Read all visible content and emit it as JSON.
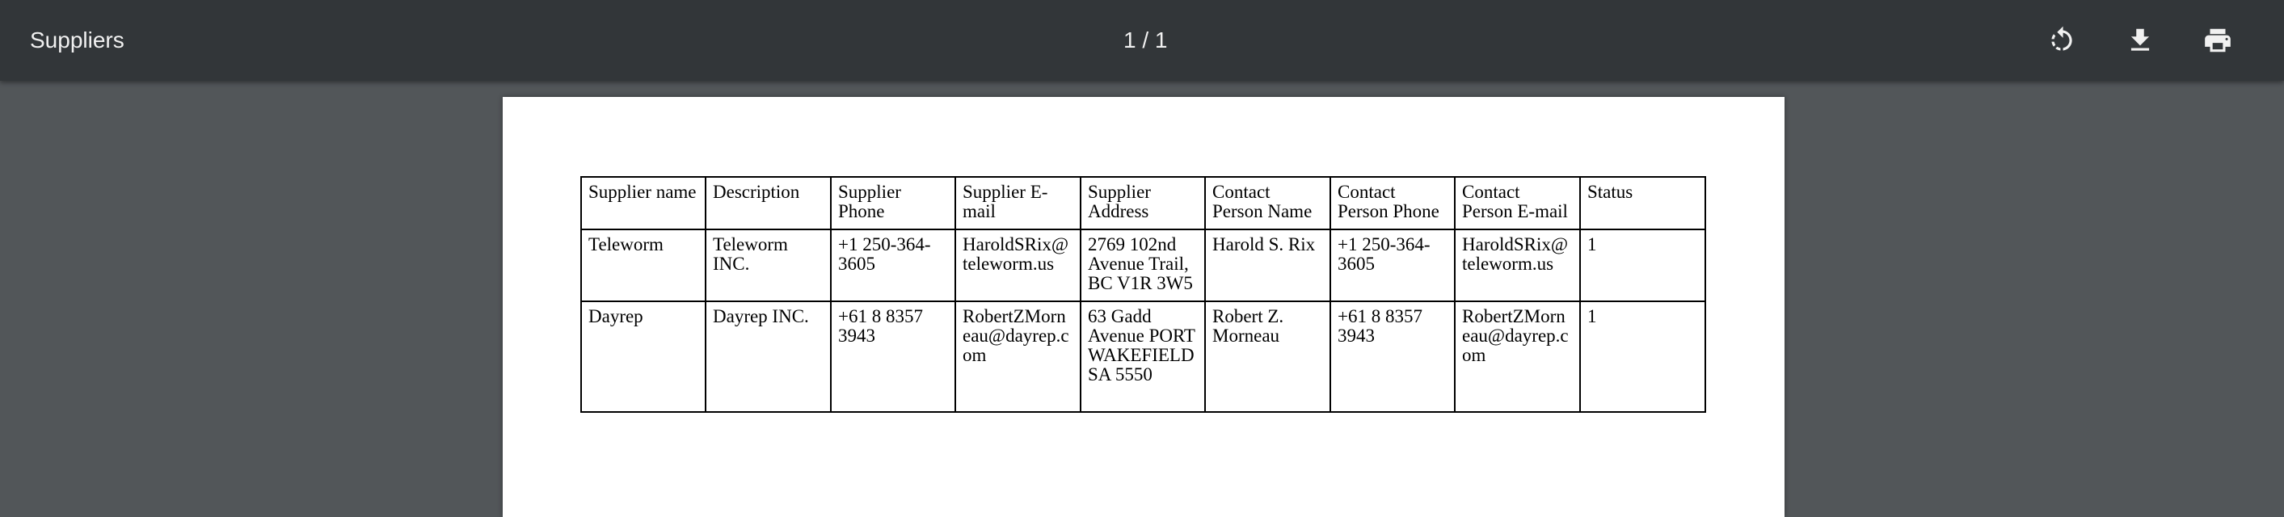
{
  "toolbar": {
    "title": "Suppliers",
    "page_counter": "1 / 1",
    "buttons": {
      "rotate": "rotate-icon",
      "download": "download-icon",
      "print": "print-icon"
    }
  },
  "table": {
    "headers": [
      "Supplier name",
      "Description",
      "Supplier Phone",
      "Supplier E-mail",
      "Supplier Address",
      "Contact Person Name",
      "Contact Person Phone",
      "Contact Person E-mail",
      "Status"
    ],
    "rows": [
      [
        "Teleworm",
        "Teleworm INC.",
        "+1 250-364-3605",
        "HaroldSRix@teleworm.us",
        "2769 102nd Avenue Trail, BC V1R 3W5",
        "Harold S. Rix",
        "+1 250-364-3605",
        "HaroldSRix@teleworm.us",
        "1"
      ],
      [
        "Dayrep",
        "Dayrep INC.",
        "+61 8 8357 3943",
        "RobertZMorneau@dayrep.com",
        "63 Gadd Avenue PORT WAKEFIELD SA 5550",
        "Robert Z. Morneau",
        "+61 8 8357 3943",
        "RobertZMorneau@dayrep.com",
        "1"
      ]
    ]
  },
  "colors": {
    "toolbar_bg": "#323639",
    "viewer_bg": "#525659",
    "page_bg": "#ffffff",
    "toolbar_text": "#f1f1f1"
  }
}
